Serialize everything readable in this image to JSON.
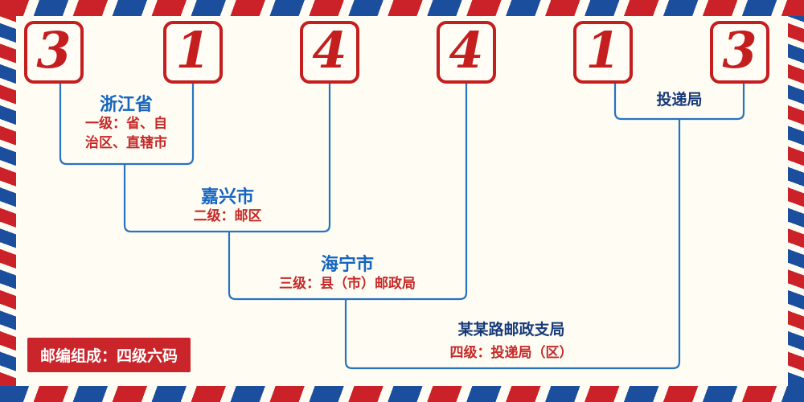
{
  "postal_code": {
    "digits": [
      "3",
      "1",
      "4",
      "4",
      "1",
      "3"
    ]
  },
  "labels": {
    "level1_name": "浙江省",
    "level1_desc_line1": "一级：省、自",
    "level1_desc_line2": "治区、直辖市",
    "level2_name": "嘉兴市",
    "level2_desc": "二级：邮区",
    "level3_name": "海宁市",
    "level3_desc": "三级：县（市）邮政局",
    "level4_name": "某某路邮政支局",
    "level4_desc": "四级：投递局（区）",
    "delivery_office": "投递局",
    "footer_badge": "邮编组成：四级六码"
  },
  "colors": {
    "digit_red": "#c41e1e",
    "line_blue": "#2673c2",
    "name_blue": "#1565c0",
    "navy": "#173a7a",
    "desc_red": "#c62828",
    "badge_bg": "#c9252b",
    "stripe_red": "#cb2229",
    "stripe_blue": "#1c4e9e"
  }
}
